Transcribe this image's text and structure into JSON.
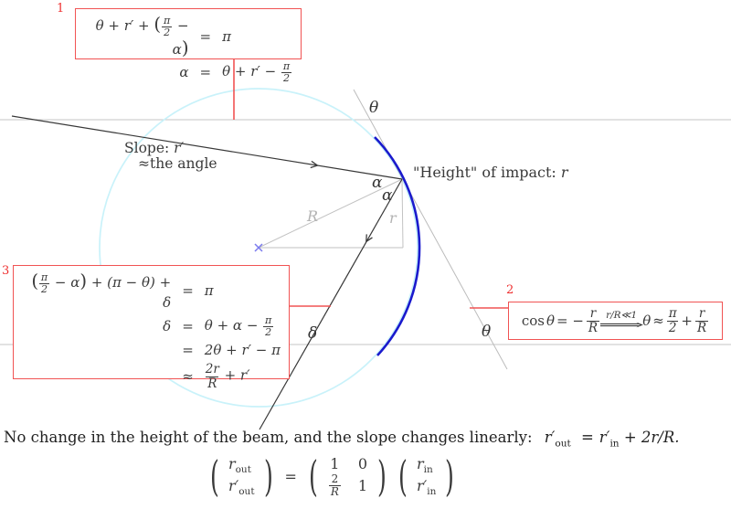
{
  "colors": {
    "box_red": "#f15353",
    "label_red": "#ee3030",
    "circle_cyan": "#c9f2fa",
    "arc_blue": "#1a1acd",
    "beam_dark": "#383838",
    "construction_gray": "#c2c2c2",
    "center_mark_blue": "#7b7bee"
  },
  "box1": {
    "label": "1",
    "r1_pre": "θ + r′ + ",
    "r1_open": "(",
    "r1_num": "π",
    "r1_den": "2",
    "r1_post": " − α",
    "r1_close": ")",
    "r1_rel": "=",
    "r1_rhs": "π",
    "r2_lhs": "α",
    "r2_rel": "=",
    "r2_pre": "θ + r′ − ",
    "r2_num": "π",
    "r2_den": "2"
  },
  "box2": {
    "label": "2",
    "cos_fn": "cos ",
    "lhs_var": "θ",
    "eq": "= −",
    "f1_num": "r",
    "f1_den": "R",
    "arrow_top": "r/R≪1",
    "arrow": "⟹",
    "mid_var": "θ",
    "approx": "≈",
    "f2_num": "π",
    "f2_den": "2",
    "plus": "+",
    "f3_num": "r",
    "f3_den": "R"
  },
  "box3": {
    "label": "3",
    "r1_open": "(",
    "r1_num": "π",
    "r1_den": "2",
    "r1_post": " − α",
    "r1_close": ")",
    "r1_rest": " + (π − θ) + δ",
    "r1_rel": "=",
    "r1_rhs": "π",
    "r2_lhs": "δ",
    "r2_rel": "=",
    "r2_pre": "θ + α − ",
    "r2_num": "π",
    "r2_den": "2",
    "r3_rel": "=",
    "r3_rhs": "2θ + r′ − π",
    "r4_rel": "≈",
    "r4_num": "2r",
    "r4_den": "R",
    "r4_post": " + r′"
  },
  "diagram": {
    "theta_top": "θ",
    "alpha_1": "α",
    "alpha_2": "α",
    "delta": "δ",
    "theta_bottom": "θ",
    "radius_label": "R",
    "impact_height_label": "r",
    "slope_pre": "Slope: ",
    "slope_var": "r′",
    "slope_line2": "≈the angle",
    "height_pre": "\"Height\" of impact: ",
    "height_var": "r"
  },
  "bottom": {
    "text": "No change in the height of the beam, and the slope changes linearly:",
    "v1": "r′",
    "v1_sub": "out",
    "rel": "=",
    "v2": "r′",
    "v2_sub": "in",
    "rest": "+ 2r/R."
  },
  "matrix": {
    "l1": "r",
    "l1_sub": "out",
    "l2": "r′",
    "l2_sub": "out",
    "rel": "=",
    "a": "1",
    "b": "0",
    "c_num": "2",
    "c_den": "R",
    "d": "1",
    "r1": "r",
    "r1_sub": "in",
    "r2": "r′",
    "r2_sub": "in"
  }
}
